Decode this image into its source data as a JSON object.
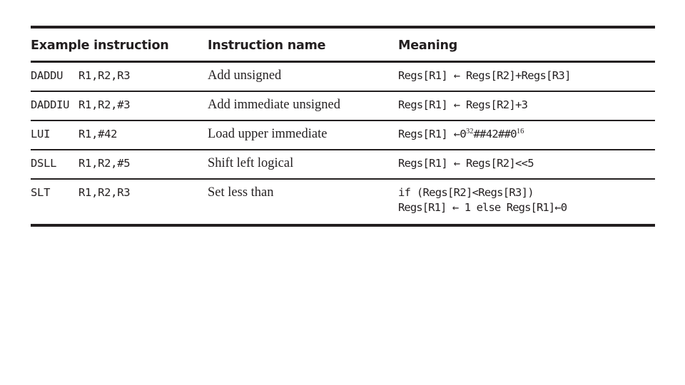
{
  "figure": {
    "columns": [
      {
        "key": "example_instruction",
        "label": "Example instruction"
      },
      {
        "key": "instruction_name",
        "label": "Instruction name"
      },
      {
        "key": "meaning",
        "label": "Meaning"
      }
    ],
    "rows": [
      {
        "opcode": "DADDU",
        "operands": "R1,R2,R3",
        "name": "Add unsigned",
        "meaning_line1_a": "Regs[R1] ",
        "meaning_line1_arrow": "←",
        "meaning_line1_b": " Regs[R2]+Regs[R3]"
      },
      {
        "opcode": "DADDIU",
        "operands": "R1,R2,#3",
        "name": "Add immediate unsigned",
        "meaning_line1_a": "Regs[R1] ",
        "meaning_line1_arrow": "←",
        "meaning_line1_b": " Regs[R2]+3"
      },
      {
        "opcode": "LUI",
        "operands": "R1,#42",
        "name": "Load upper immediate",
        "meaning_line1_a": "Regs[R1] ",
        "meaning_line1_arrow": "←",
        "meaning_zero1": "0",
        "meaning_sup1": "32",
        "meaning_mid": "##42##",
        "meaning_zero2": "0",
        "meaning_sup2": "16"
      },
      {
        "opcode": "DSLL",
        "operands": "R1,R2,#5",
        "name": "Shift left logical",
        "meaning_line1_a": "Regs[R1] ",
        "meaning_line1_arrow": "←",
        "meaning_line1_b": " Regs[R2]<<5"
      },
      {
        "opcode": "SLT",
        "operands": "R1,R2,R3",
        "name": "Set less than",
        "meaning_line1": "if (Regs[R2]<Regs[R3])",
        "meaning_line2_a": "Regs[R1] ",
        "meaning_line2_arrow": "←",
        "meaning_line2_b": " 1 else Regs[R1]",
        "meaning_line2_arrow2": "←",
        "meaning_line2_c": "0"
      }
    ],
    "colors": {
      "ink": "#231f20",
      "page": "#ffffff"
    }
  }
}
